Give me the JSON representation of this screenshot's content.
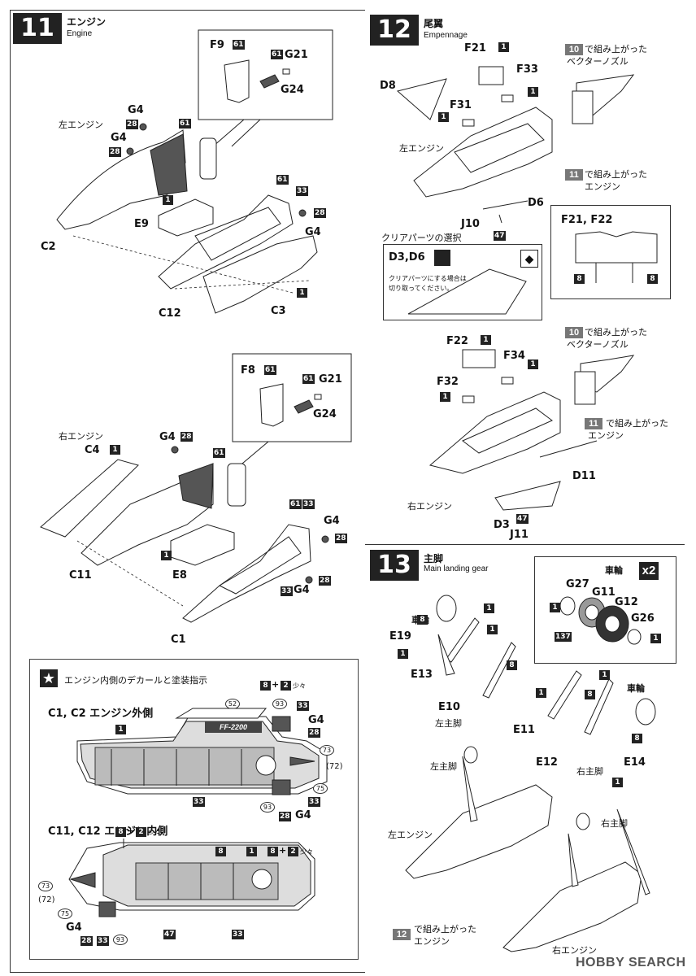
{
  "steps": {
    "s11": {
      "number": "11",
      "title": "エンジン",
      "subtitle": "Engine"
    },
    "s12": {
      "number": "12",
      "title": "尾翼",
      "subtitle": "Empennage"
    },
    "s13": {
      "number": "13",
      "title": "主脚",
      "subtitle": "Main landing gear"
    }
  },
  "s11": {
    "left_engine": "左エンジン",
    "right_engine": "右エンジン",
    "parts": {
      "F9": "F9",
      "G21": "G21",
      "G24": "G24",
      "G4": "G4",
      "C2": "C2",
      "E9": "E9",
      "C12": "C12",
      "C3": "C3",
      "F8": "F8",
      "C4": "C4",
      "C11": "C11",
      "E8": "E8",
      "C1": "C1"
    },
    "codes": {
      "c61": "61",
      "c28": "28",
      "c1": "1",
      "c33": "33"
    }
  },
  "star": {
    "title": "エンジン内側のデカールと塗装指示",
    "outer": "C1, C2 エンジン外側",
    "inner": "C11, C12 エンジン内側",
    "mix": "8 + 2",
    "mix_note": "少々",
    "decal_52": "52",
    "decal_93": "93",
    "decal_73": "73",
    "decal_72": "(72)",
    "decal_75": "75",
    "badge_text": "FF-2200",
    "codes": {
      "c1": "1",
      "c8": "8",
      "c33": "33",
      "c28": "28",
      "c47": "47",
      "g4": "G4"
    }
  },
  "s12": {
    "parts": {
      "F21": "F21",
      "F33": "F33",
      "D8": "D8",
      "F31": "F31",
      "D6": "D6",
      "J10": "J10",
      "F22": "F22",
      "F34": "F34",
      "F32": "F32",
      "D11": "D11",
      "D3": "D3",
      "J11": "J11"
    },
    "left_engine": "左エンジン",
    "right_engine": "右エンジン",
    "note_10a": "で組み上がった",
    "note_10b": "ベクターノズル",
    "note_11a": "で組み上がった",
    "note_11b": "エンジン",
    "step10": "10",
    "step11": "11",
    "clear_heading": "クリアパーツの選択",
    "clear_parts": "D3,D6",
    "clear_note1": "クリアパーツにする場合は",
    "clear_note2": "切り取ってください。",
    "f2122": "F21, F22",
    "codes": {
      "c1": "1",
      "c47": "47",
      "c8": "8"
    }
  },
  "s13": {
    "wheel": "車輪",
    "x2": "x2",
    "parts": {
      "G27": "G27",
      "G11": "G11",
      "G12": "G12",
      "G26": "G26",
      "E19": "E19",
      "E13": "E13",
      "E10": "E10",
      "E11": "E11",
      "E12": "E12",
      "E14": "E14"
    },
    "left_gear": "左主脚",
    "right_gear": "右主脚",
    "left_engine": "左エンジン",
    "right_engine": "右エンジン",
    "note12a": "で組み上がった",
    "note12b": "エンジン",
    "step12": "12",
    "codes": {
      "c1": "1",
      "c8": "8",
      "c137": "137"
    }
  },
  "watermark": "HOBBY SEARCH"
}
